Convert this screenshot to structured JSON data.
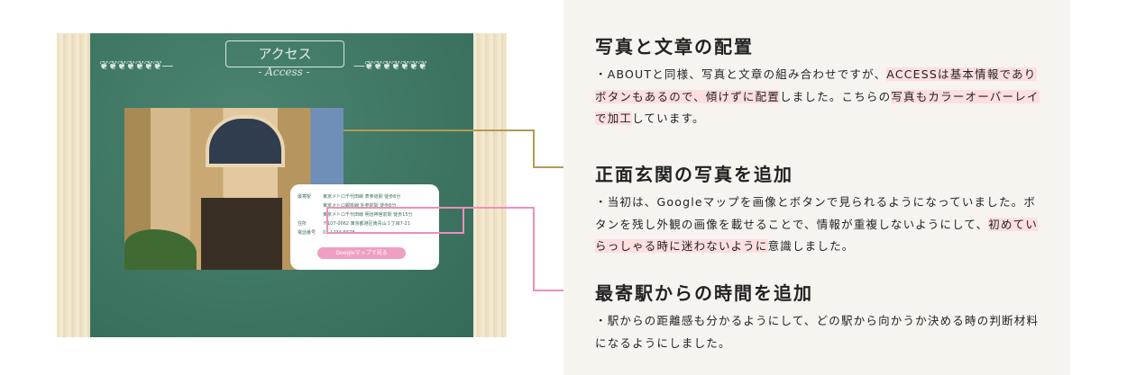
{
  "mockup": {
    "banner_title": "アクセス",
    "banner_subtitle": "- Access -",
    "card": {
      "rows": [
        {
          "label": "最寄駅",
          "value": "東京メトロ千代田線 表参道駅 徒歩6分"
        },
        {
          "label": "",
          "value": "東京メトロ銀座線 外苑前駅 徒歩8分"
        },
        {
          "label": "",
          "value": "東京メトロ千代田線 明治神宮前駅 徒歩15分"
        },
        {
          "label": "住所",
          "value": "〒107-0062 東京都港区南青山３丁目7-21"
        },
        {
          "label": "電話番号",
          "value": "03-1234-5678"
        }
      ],
      "map_button": "Googleマップで見る"
    }
  },
  "colors": {
    "accent_pink": "#ee8fbc",
    "accent_gold": "#b39a55",
    "highlight": "#fddfe0",
    "board": "#3d7562"
  },
  "sections": [
    {
      "title": "写真と文章の配置",
      "segments": [
        {
          "text": "・ABOUTと同様、写真と文章の組み合わせですが、",
          "hl": false
        },
        {
          "text": "ACCESSは基本情報でありボタンもあるので、傾けずに配置",
          "hl": true
        },
        {
          "text": "しました。こちらの",
          "hl": false
        },
        {
          "text": "写真もカラーオーバーレイで加工",
          "hl": true
        },
        {
          "text": "しています。",
          "hl": false
        }
      ]
    },
    {
      "title": "正面玄関の写真を追加",
      "segments": [
        {
          "text": "・当初は、Googleマップを画像とボタンで見られるようになっていました。ボタンを残し外観の画像を載せることで、情報が重複しないようにして、",
          "hl": false
        },
        {
          "text": "初めていらっしゃる時に迷わないように",
          "hl": true
        },
        {
          "text": "意識しました。",
          "hl": false
        }
      ]
    },
    {
      "title": "最寄駅からの時間を追加",
      "segments": [
        {
          "text": "・駅からの距離感も分かるようにして、どの駅から向かうか決める時の判断材料になるようにしました。",
          "hl": false
        }
      ]
    }
  ]
}
